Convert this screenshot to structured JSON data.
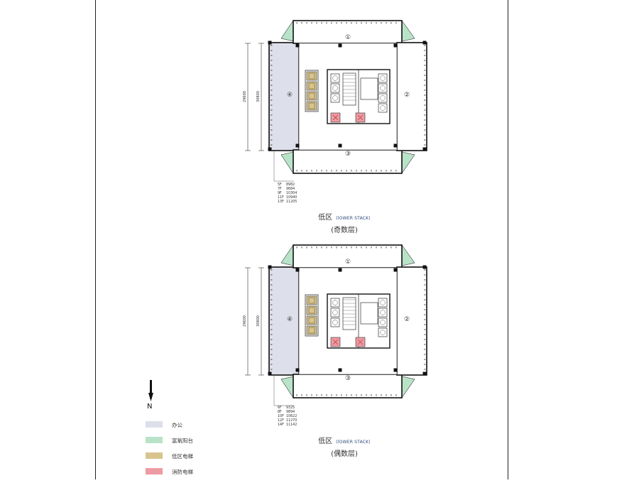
{
  "plans": [
    {
      "id": "odd",
      "caption_zh": "低区",
      "caption_en": "(lOWER STACK)",
      "caption_sub": "(奇数层)",
      "dim_outer": "30800",
      "dim_inner": "29600",
      "zones": [
        "①",
        "②",
        "③",
        "④"
      ],
      "floor_table": [
        {
          "floor": "5F",
          "area": "8982"
        },
        {
          "floor": "7F",
          "area": "9684"
        },
        {
          "floor": "9F",
          "area": "10304"
        },
        {
          "floor": "11F",
          "area": "10940"
        },
        {
          "floor": "13F",
          "area": "11205"
        }
      ]
    },
    {
      "id": "even",
      "caption_zh": "低区",
      "caption_en": "(lOWER STACK)",
      "caption_sub": "(偶数层)",
      "dim_outer": "30800",
      "dim_inner": "29600",
      "zones": [
        "①",
        "②",
        "③",
        "④"
      ],
      "floor_table": [
        {
          "floor": "6F",
          "area": "9325"
        },
        {
          "floor": "8F",
          "area": "9894"
        },
        {
          "floor": "10F",
          "area": "10622"
        },
        {
          "floor": "12F",
          "area": "11270"
        },
        {
          "floor": "14F",
          "area": "11142"
        }
      ]
    }
  ],
  "north_label": "N",
  "legend": [
    {
      "label": "办公",
      "color": "#dde0ea"
    },
    {
      "label": "富氧阳台",
      "color": "#b9e3c8"
    },
    {
      "label": "低区电梯",
      "color": "#d8c48f"
    },
    {
      "label": "消防电梯",
      "color": "#ee9aa2"
    }
  ],
  "colors": {
    "office": "#dde0ea",
    "balcony": "#b9e3c8",
    "elevator": "#d8c48f",
    "fire_elevator": "#ee9aa2",
    "wall": "#111111"
  }
}
